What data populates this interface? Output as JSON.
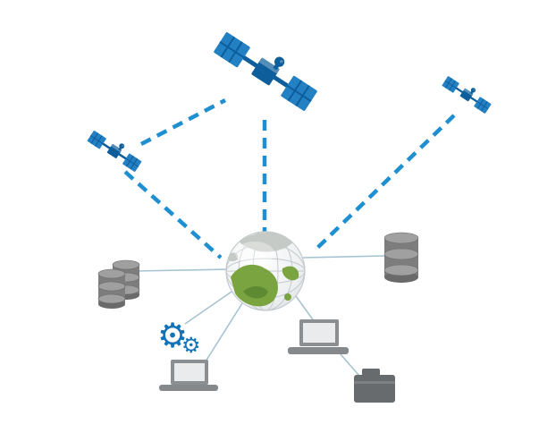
{
  "diagram": {
    "title": "satellite-network-diagram",
    "nodes": [
      {
        "id": "satellite-top",
        "type": "satellite"
      },
      {
        "id": "satellite-left",
        "type": "satellite"
      },
      {
        "id": "satellite-right",
        "type": "satellite"
      },
      {
        "id": "earth-globe",
        "type": "globe"
      },
      {
        "id": "database-left",
        "type": "database-stack"
      },
      {
        "id": "database-right",
        "type": "database-stack"
      },
      {
        "id": "gears",
        "type": "gears"
      },
      {
        "id": "laptop-left",
        "type": "laptop"
      },
      {
        "id": "laptop-right",
        "type": "laptop"
      },
      {
        "id": "storage-device",
        "type": "storage-box"
      }
    ],
    "links": {
      "satellite_links": [
        {
          "from": "satellite-left",
          "to": "satellite-top",
          "style": "dashed"
        },
        {
          "from": "satellite-top",
          "to": "earth-globe",
          "style": "dashed"
        },
        {
          "from": "satellite-left",
          "to": "earth-globe",
          "style": "dashed"
        },
        {
          "from": "satellite-right",
          "to": "earth-globe",
          "style": "dashed"
        }
      ],
      "ground_links": [
        {
          "from": "earth-globe",
          "to": "database-left",
          "style": "solid"
        },
        {
          "from": "earth-globe",
          "to": "gears",
          "style": "solid"
        },
        {
          "from": "earth-globe",
          "to": "laptop-left",
          "style": "solid"
        },
        {
          "from": "earth-globe",
          "to": "database-right",
          "style": "solid"
        },
        {
          "from": "earth-globe",
          "to": "laptop-right",
          "style": "solid"
        },
        {
          "from": "laptop-right",
          "to": "storage-device",
          "style": "solid"
        }
      ]
    }
  },
  "icons": {
    "gear_glyph": "⚙"
  },
  "colors": {
    "sat-panel": "#2280c3",
    "sat-dark": "#0e5e9c",
    "dash-blue": "#1e8fd0",
    "line-color": "#a6c3d2",
    "globe-grid": "#c4c9cd",
    "globe-land": "#7aa43f",
    "globe-land-dark": "#5d8a33",
    "globe-land-gray": "#c6cac6",
    "db-body": "#7d7d7d",
    "db-top": "#a0a0a0",
    "db-edge": "#6a6a6a",
    "laptop-frame": "#8b8f92",
    "laptop-screen": "#e9ebec",
    "laptop-base": "#85898c",
    "gear-blue": "#1274b7",
    "storage-dark": "#686b6d"
  }
}
